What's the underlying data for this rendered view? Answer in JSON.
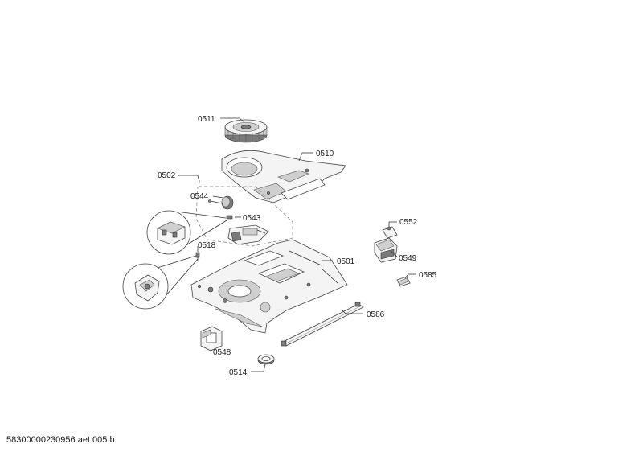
{
  "document_id": "58300000230956 aet 005 b",
  "parts": {
    "p0511": "0511",
    "p0510": "0510",
    "p0502": "0502",
    "p0544": "0544",
    "p0543": "0543",
    "p0518": "0518",
    "p0552": "0552",
    "p0549": "0549",
    "p0501": "0501",
    "p0585": "0585",
    "p0586": "0586",
    "p0548": "0548",
    "p0514": "0514"
  }
}
